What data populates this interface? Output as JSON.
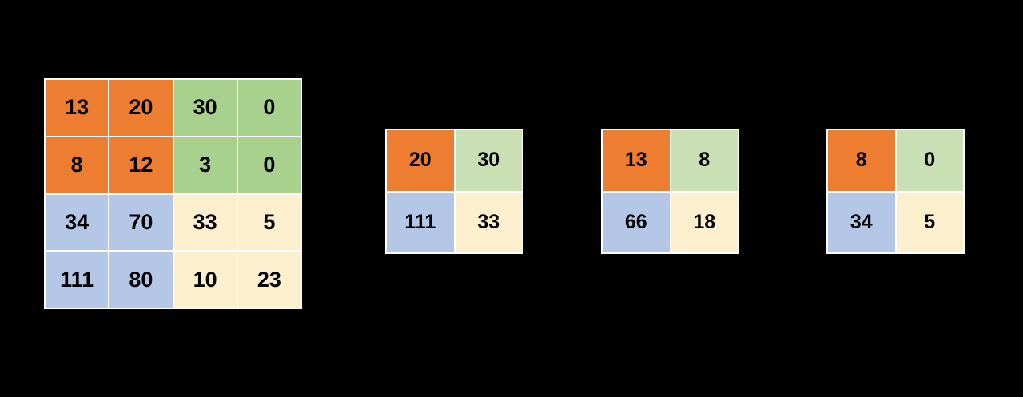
{
  "diagram": {
    "title": "pooling-operation-diagram",
    "background_color": "#000000",
    "palette": {
      "orange": "#ED7D31",
      "green": "#A9D18E",
      "green_light": "#C9E0B4",
      "blue": "#B4C7E7",
      "cream": "#FCEFCD",
      "grid_line": "#FFFFFF",
      "text": "#000000"
    }
  },
  "chart_data": {
    "type": "table",
    "title": "",
    "grids": [
      {
        "name": "input-feature-map",
        "rows": 4,
        "cols": 4,
        "values": [
          [
            13,
            20,
            30,
            0
          ],
          [
            8,
            12,
            3,
            0
          ],
          [
            34,
            70,
            33,
            5
          ],
          [
            111,
            80,
            10,
            23
          ]
        ],
        "quadrant_colors": [
          [
            "orange",
            "orange",
            "green",
            "green"
          ],
          [
            "orange",
            "orange",
            "green",
            "green"
          ],
          [
            "blue",
            "blue",
            "cream",
            "cream"
          ],
          [
            "blue",
            "blue",
            "cream",
            "cream"
          ]
        ]
      },
      {
        "name": "max-pooling-output",
        "rows": 2,
        "cols": 2,
        "values": [
          [
            20,
            30
          ],
          [
            111,
            33
          ]
        ],
        "quadrant_colors": [
          [
            "orange",
            "green"
          ],
          [
            "blue",
            "cream"
          ]
        ]
      },
      {
        "name": "sum-pooling-output",
        "rows": 2,
        "cols": 2,
        "values": [
          [
            13,
            8
          ],
          [
            66,
            18
          ]
        ],
        "quadrant_colors": [
          [
            "orange",
            "green"
          ],
          [
            "blue",
            "cream"
          ]
        ]
      },
      {
        "name": "min-pooling-output",
        "rows": 2,
        "cols": 2,
        "values": [
          [
            8,
            0
          ],
          [
            34,
            5
          ]
        ],
        "quadrant_colors": [
          [
            "orange",
            "green"
          ],
          [
            "blue",
            "cream"
          ]
        ]
      }
    ]
  }
}
